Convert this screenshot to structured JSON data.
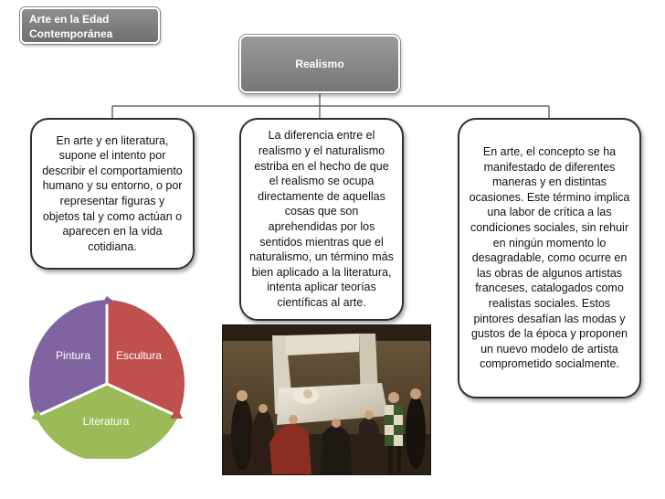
{
  "diagram": {
    "tag_label": "Arte en la Edad Contemporánea",
    "root_label": "Realismo",
    "cards": [
      "En arte y en literatura, supone el intento por describir el comportamiento humano y su entorno, o por representar figuras y objetos tal y como actúan o aparecen en la vida cotidiana.",
      "La diferencia entre el realismo y el naturalismo estriba en el hecho de que el realismo se ocupa directamente de aquellas cosas que son aprehendidas por los sentidos mientras que el naturalismo, un término más bien aplicado a la literatura, intenta aplicar teorías científicas al arte.",
      "En arte, el concepto se ha manifestado de diferentes maneras y en distintas ocasiones. Este término implica una labor de crítica a las condiciones sociales, sin rehuir en ningún momento lo desagradable, como ocurre en las obras de algunos artistas franceses, catalogados como realistas sociales. Estos pintores desafían las modas y gustos de la época y proponen un nuevo modelo de artista comprometido socialmente."
    ]
  },
  "cycle": {
    "segments": [
      {
        "label": "Escultura",
        "color": "#c0504d"
      },
      {
        "label": "Literatura",
        "color": "#9bbb59"
      },
      {
        "label": "Pintura",
        "color": "#8064a2"
      }
    ]
  },
  "colors": {
    "connector": "#6a6a6a",
    "box_gray": "#7f7f7f"
  }
}
